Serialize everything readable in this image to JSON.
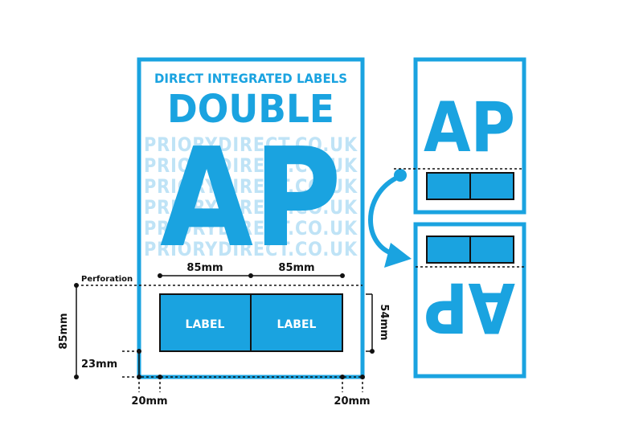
{
  "colors": {
    "brand": "#1aa3e0",
    "ink": "#111111",
    "watermark": "#bfe3f6"
  },
  "sheet": {
    "header": "DIRECT INTEGRATED LABELS",
    "product": "DOUBLE",
    "code": "AP",
    "watermark_line": "PRIORYDIRECT.CO.UK",
    "labels": [
      "LABEL",
      "LABEL"
    ]
  },
  "dimensions": {
    "perforation": "Perforation",
    "label_width_left": "85mm",
    "label_width_right": "85mm",
    "label_height": "54mm",
    "sheet_bottom_height": "85mm",
    "bottom_margin": "23mm",
    "left_margin": "20mm",
    "right_margin": "20mm"
  },
  "side_panels": {
    "top_code": "AP",
    "bottom_code": "AP"
  }
}
